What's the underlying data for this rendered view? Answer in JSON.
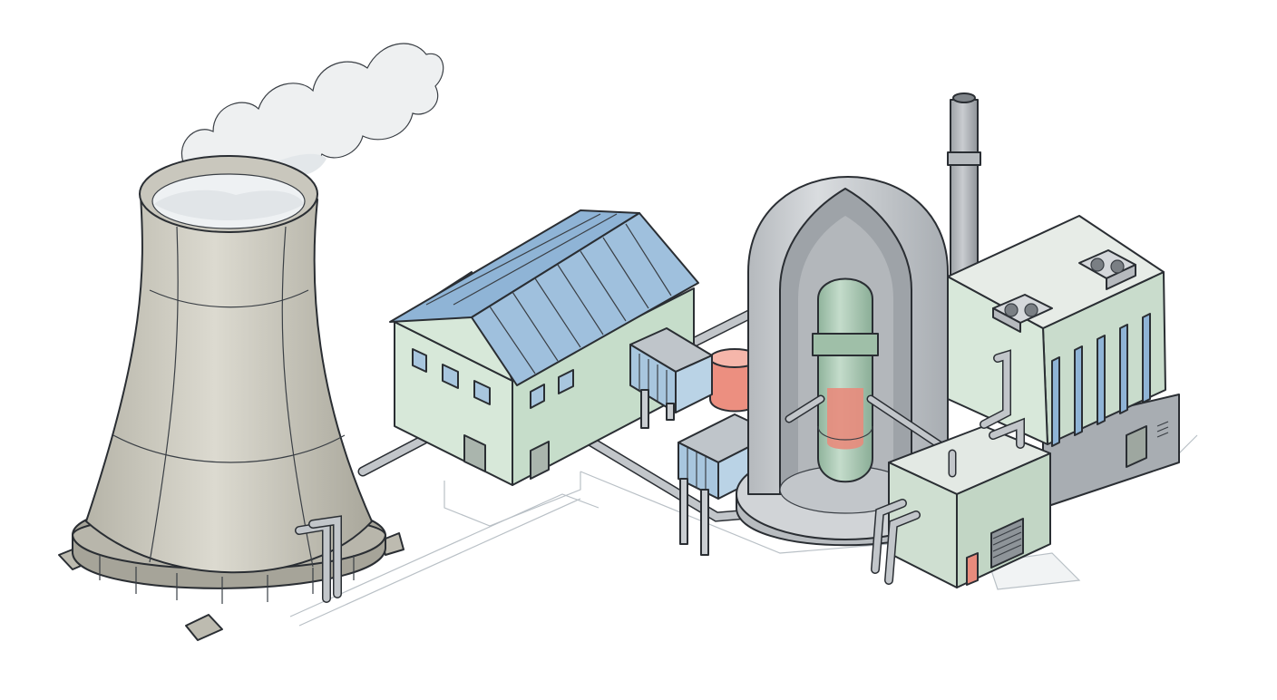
{
  "scene": {
    "type": "isometric-illustration",
    "subject": "nuclear-power-plant",
    "components": [
      {
        "id": "cooling-tower",
        "icon": "cooling-tower-icon"
      },
      {
        "id": "steam-plume",
        "icon": "cloud-icon"
      },
      {
        "id": "turbine-hall",
        "icon": "building-icon"
      },
      {
        "id": "enclosed-bridge",
        "icon": "bridge-icon"
      },
      {
        "id": "storage-tank",
        "icon": "tank-icon"
      },
      {
        "id": "containment-dome",
        "icon": "dome-icon"
      },
      {
        "id": "reactor-vessel",
        "icon": "reactor-icon"
      },
      {
        "id": "exhaust-stack",
        "icon": "chimney-icon"
      },
      {
        "id": "auxiliary-building",
        "icon": "building-icon"
      },
      {
        "id": "pump-house",
        "icon": "building-icon"
      },
      {
        "id": "pipework",
        "icon": "pipe-icon"
      }
    ]
  },
  "colors": {
    "outline": "#2a2e33",
    "tower_light": "#d8d6cc",
    "tower_mid": "#bebcb0",
    "tower_dark": "#9d9b90",
    "roof_blue": "#8fb4d6",
    "building_green": "#d4e6d6",
    "building_green_dark": "#b6cfba",
    "dome_gray": "#c6c9cd",
    "dome_inner": "#9ea3a8",
    "vessel_green": "#a9c9b3",
    "core_red": "#e88b7c",
    "glass_blue": "#a8c6de",
    "pipe": "#c2c6ca",
    "plume": "#eef0f1"
  }
}
